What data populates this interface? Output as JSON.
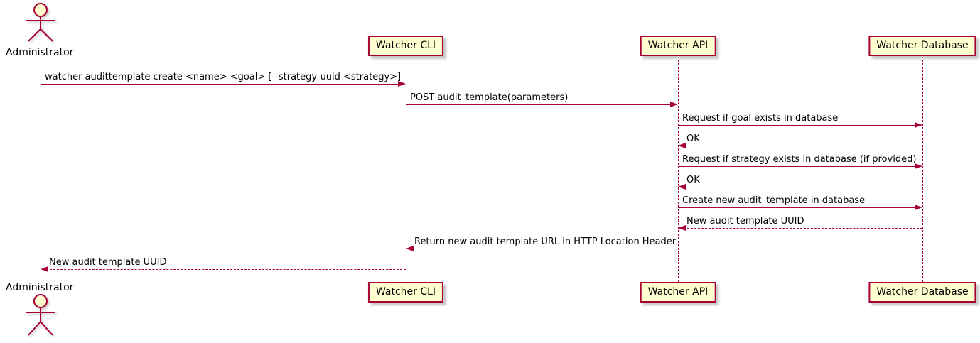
{
  "diagram": {
    "type": "sequence-diagram",
    "colors": {
      "line": "#A80036",
      "participant_fill": "#FEFECE",
      "participant_border": "#A80036",
      "text": "#000000",
      "background": "#FFFFFF"
    },
    "actor": {
      "name": "Administrator"
    },
    "participants": [
      {
        "id": "cli",
        "label": "Watcher CLI"
      },
      {
        "id": "api",
        "label": "Watcher API"
      },
      {
        "id": "db",
        "label": "Watcher Database"
      }
    ],
    "messages": [
      {
        "from": "admin",
        "to": "cli",
        "style": "solid",
        "label": "watcher audittemplate create <name> <goal> [--strategy-uuid <strategy>]"
      },
      {
        "from": "cli",
        "to": "api",
        "style": "solid",
        "label": "POST audit_template(parameters)"
      },
      {
        "from": "api",
        "to": "db",
        "style": "solid",
        "label": "Request if goal exists in database"
      },
      {
        "from": "db",
        "to": "api",
        "style": "dashed",
        "label": "OK"
      },
      {
        "from": "api",
        "to": "db",
        "style": "solid",
        "label": "Request if strategy exists in database (if provided)"
      },
      {
        "from": "db",
        "to": "api",
        "style": "dashed",
        "label": "OK"
      },
      {
        "from": "api",
        "to": "db",
        "style": "solid",
        "label": "Create new audit_template in database"
      },
      {
        "from": "db",
        "to": "api",
        "style": "dashed",
        "label": "New audit template UUID"
      },
      {
        "from": "api",
        "to": "cli",
        "style": "dashed",
        "label": "Return new audit template URL in HTTP Location Header"
      },
      {
        "from": "cli",
        "to": "admin",
        "style": "dashed",
        "label": "New audit template UUID"
      }
    ]
  }
}
